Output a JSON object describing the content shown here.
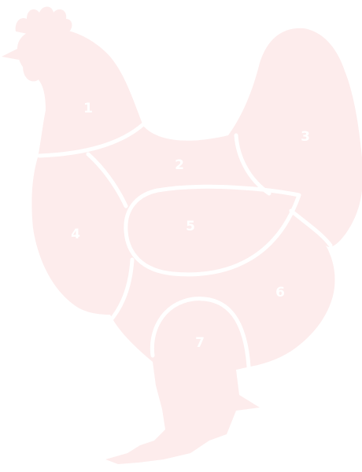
{
  "diagram": {
    "colors": {
      "silhouette": "#fdecec",
      "cut_lines": "#ffffff",
      "labels": "#ffffff"
    },
    "cuts": [
      {
        "label": "1"
      },
      {
        "label": "2"
      },
      {
        "label": "3"
      },
      {
        "label": "4"
      },
      {
        "label": "5"
      },
      {
        "label": "6"
      },
      {
        "label": "7"
      }
    ]
  }
}
